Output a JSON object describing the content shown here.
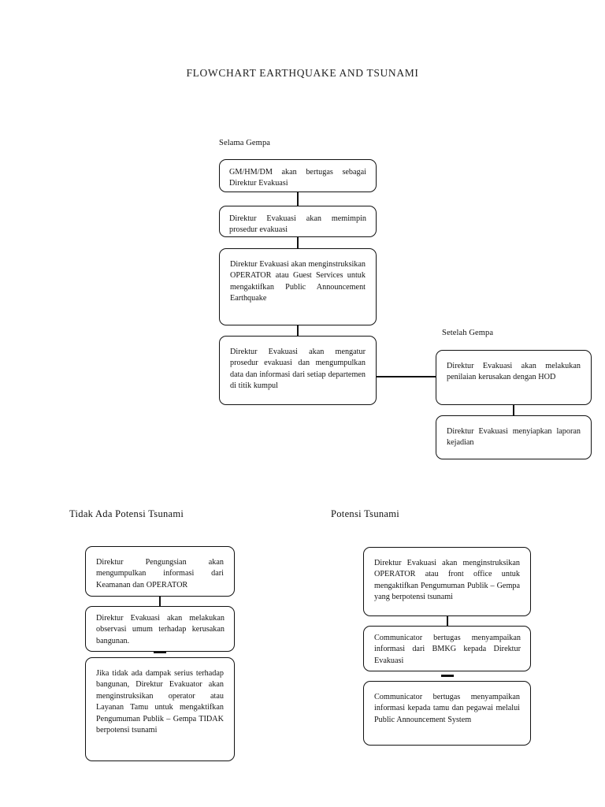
{
  "document": {
    "title": "FLOWCHART EARTHQUAKE AND TSUNAMI"
  },
  "sections": {
    "during_quake": {
      "caption": "Selama Gempa"
    },
    "after_quake": {
      "caption": "Setelah Gempa"
    },
    "no_tsunami": {
      "caption": "Tidak Ada Potensi Tsunami"
    },
    "tsunami": {
      "caption": "Potensi Tsunami"
    }
  },
  "flow": {
    "during_quake": [
      {
        "id": "dq1",
        "text": "GM/HM/DM akan bertugas sebagai Direktur Evakuasi"
      },
      {
        "id": "dq2",
        "text": "Direktur Evakuasi akan memimpin prosedur evakuasi"
      },
      {
        "id": "dq3",
        "text": "Direktur Evakuasi akan menginstruksikan OPERATOR atau Guest Services untuk mengaktifkan Public Announcement Earthquake"
      },
      {
        "id": "dq4",
        "text": "Direktur Evakuasi akan mengatur prosedur evakuasi dan mengumpulkan data dan informasi dari setiap departemen di titik kumpul"
      }
    ],
    "after_quake": [
      {
        "id": "aq1",
        "text": "Direktur Evakuasi akan melakukan penilaian kerusakan dengan HOD"
      },
      {
        "id": "aq2",
        "text": "Direktur Evakuasi menyiapkan laporan kejadian"
      }
    ],
    "no_tsunami": [
      {
        "id": "nt1",
        "text": "Direktur Pengungsian akan mengumpulkan informasi dari Keamanan dan OPERATOR"
      },
      {
        "id": "nt2",
        "text": "Direktur Evakuasi akan melakukan observasi umum terhadap kerusakan bangunan."
      },
      {
        "id": "nt3",
        "text": "Jika tidak ada dampak serius terhadap bangunan, Direktur Evakuator akan menginstruksikan operator atau Layanan Tamu untuk mengaktifkan Pengumuman Publik – Gempa TIDAK berpotensi tsunami"
      }
    ],
    "tsunami": [
      {
        "id": "ts1",
        "text": "Direktur Evakuasi akan menginstruksikan OPERATOR atau front office untuk mengaktifkan Pengumuman Publik – Gempa yang berpotensi tsunami"
      },
      {
        "id": "ts2",
        "text": "Communicator bertugas menyampaikan informasi dari BMKG kepada Direktur Evakuasi"
      },
      {
        "id": "ts3",
        "text": "Communicator bertugas menyampaikan informasi kepada tamu dan pegawai melalui Public Announcement System"
      }
    ]
  },
  "style": {
    "ink": "#111111",
    "paper": "#ffffff"
  }
}
